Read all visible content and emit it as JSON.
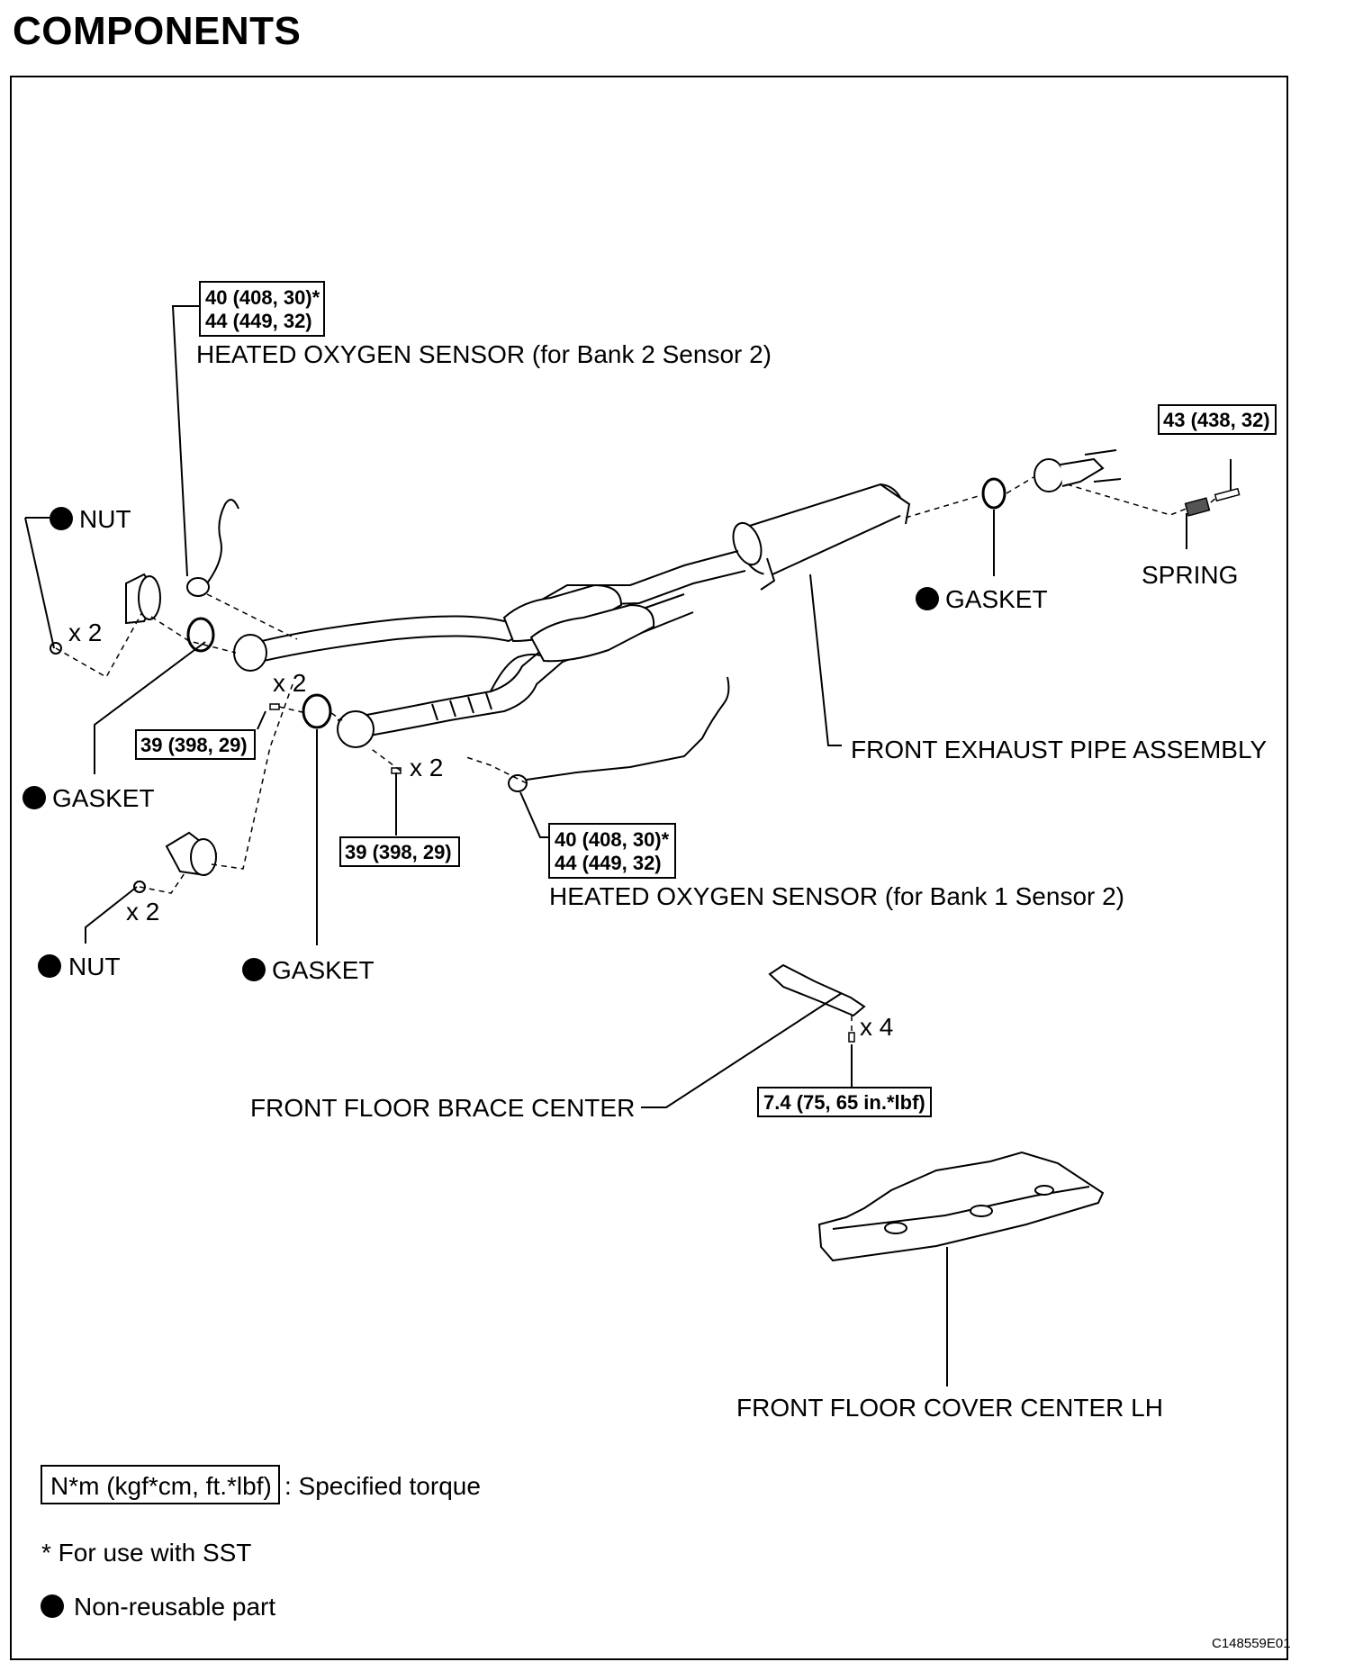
{
  "title": "COMPONENTS",
  "parts": {
    "o2_bank2": "HEATED OXYGEN SENSOR (for Bank 2 Sensor 2)",
    "o2_bank1": "HEATED OXYGEN SENSOR (for Bank 1 Sensor 2)",
    "nut_left_top": "NUT",
    "nut_left_bottom": "NUT",
    "gasket_left": "GASKET",
    "gasket_mid": "GASKET",
    "gasket_right": "GASKET",
    "spring": "SPRING",
    "front_exhaust_pipe": "FRONT EXHAUST PIPE ASSEMBLY",
    "front_floor_brace": "FRONT FLOOR BRACE CENTER",
    "front_floor_cover": "FRONT FLOOR COVER CENTER LH"
  },
  "torques": {
    "o2_bank2_line1": "40 (408, 30)*",
    "o2_bank2_line2": "44 (449, 32)",
    "spring_bolt": "43 (438, 32)",
    "flange_left": "39 (398, 29)",
    "flange_mid": "39 (398, 29)",
    "o2_bank1_line1": "40 (408, 30)*",
    "o2_bank1_line2": "44 (449, 32)",
    "brace_bolt": "7.4 (75, 65 in.*lbf)"
  },
  "quantities": {
    "nut_top": "x 2",
    "bolt_upper": "x 2",
    "bolt_mid": "x 2",
    "nut_bottom": "x 2",
    "brace_bolts": "x 4"
  },
  "legend": {
    "torque_box": "N*m (kgf*cm, ft.*lbf)",
    "torque_desc": ": Specified torque",
    "sst_note": "* For use with SST",
    "nonreusable": "Non-reusable part"
  },
  "figure_code": "C148559E01"
}
